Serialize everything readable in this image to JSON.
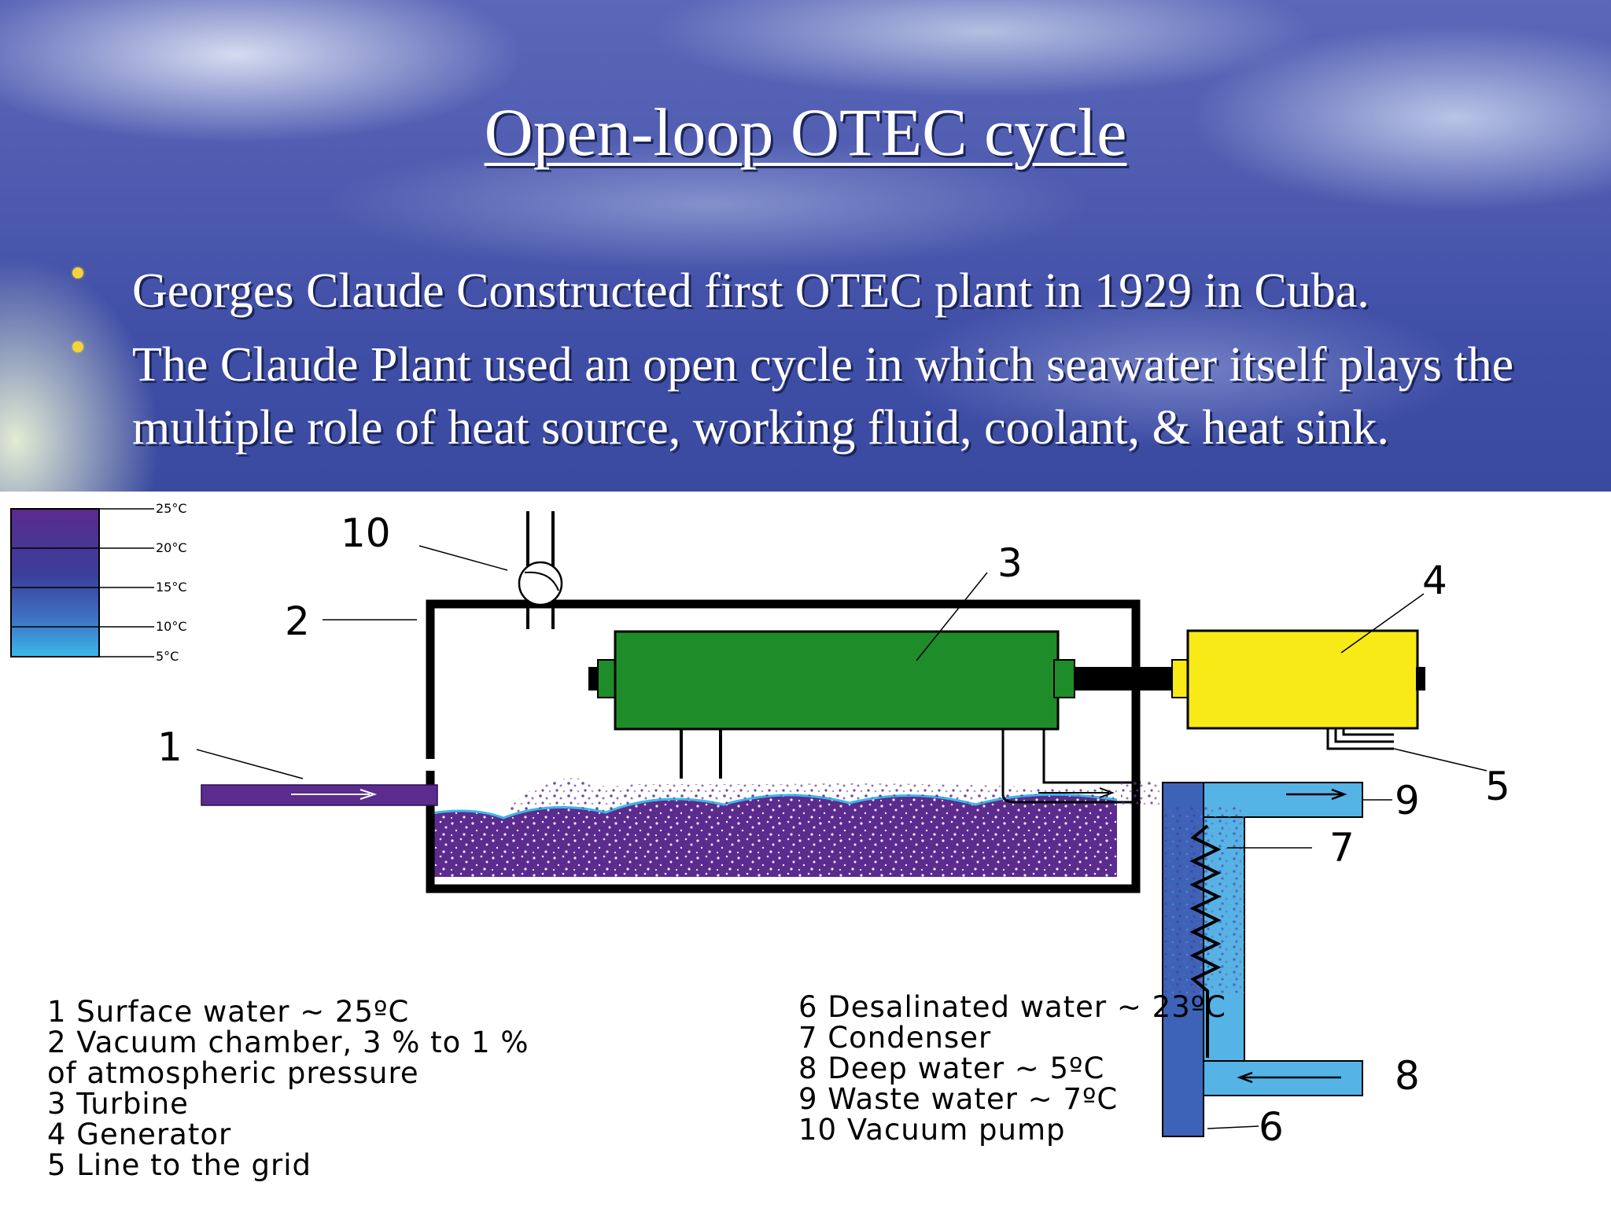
{
  "slide": {
    "title": "Open-loop OTEC cycle",
    "bullets": [
      "Georges Claude Constructed first OTEC plant in 1929 in Cuba.",
      "The Claude Plant used an open cycle  in which seawater itself plays the multiple role of heat source, working fluid, coolant, & heat sink."
    ],
    "colors": {
      "title": "#ffffff",
      "bullet_dot": "#f4d23a",
      "background": "#4a57ac"
    }
  },
  "diagram": {
    "temperature_scale": {
      "ticks": [
        "25°C",
        "20°C",
        "15°C",
        "10°C",
        "5°C"
      ],
      "colors": {
        "warm": "#5a2a8c",
        "cold": "#3ab8ea"
      }
    },
    "callouts": [
      "1",
      "2",
      "3",
      "4",
      "5",
      "6",
      "7",
      "8",
      "9",
      "10"
    ],
    "colors": {
      "surface_water": "#5b2b8e",
      "turbine": "#1e8c28",
      "generator": "#f8ea16",
      "cold_water": "#55b3e6",
      "outline": "#000000"
    },
    "legend_left": [
      "1 Surface water ~ 25ºC",
      "2 Vacuum chamber, 3 % to 1 %",
      "of atmospheric pressure",
      "3 Turbine",
      "4 Generator",
      "5 Line to the grid"
    ],
    "legend_right": [
      "6  Desalinated water ~ 23ºC",
      "7 Condenser",
      "8 Deep water ~ 5ºC",
      "9 Waste water ~ 7ºC",
      "10 Vacuum pump"
    ]
  }
}
